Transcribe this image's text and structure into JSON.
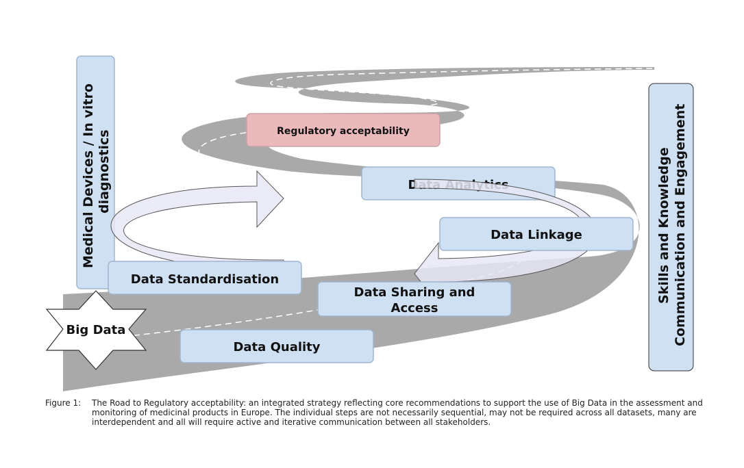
{
  "diagram": {
    "big_data": "Big Data",
    "steps": {
      "regulatory": "Regulatory acceptability",
      "analytics": "Data Analytics",
      "linkage": "Data Linkage",
      "standardisation": "Data Standardisation",
      "sharing_line1": "Data Sharing and",
      "sharing_line2": "Access",
      "quality": "Data Quality"
    },
    "left_pillar_line1": "Medical Devices / In vitro",
    "left_pillar_line2": "diagnostics",
    "right_pillar_line1": "Skills and Knowledge",
    "right_pillar_line2": "Communication and Engagement",
    "colors": {
      "road": "#a9a9a9",
      "box_fill": "#cfe0f3",
      "box_stroke": "#9fb6cf",
      "regulatory_fill": "#e9b9bb",
      "arrow_fill": "#e6e8f4"
    }
  },
  "caption": {
    "label": "Figure 1:",
    "text": "The Road to Regulatory acceptability: an integrated strategy reflecting core recommendations to support the use of Big Data in the assessment and monitoring of medicinal products in Europe. The individual steps are not necessarily sequential, may not be required across all datasets, many are interdependent and all will require active and iterative communication between all stakeholders."
  }
}
